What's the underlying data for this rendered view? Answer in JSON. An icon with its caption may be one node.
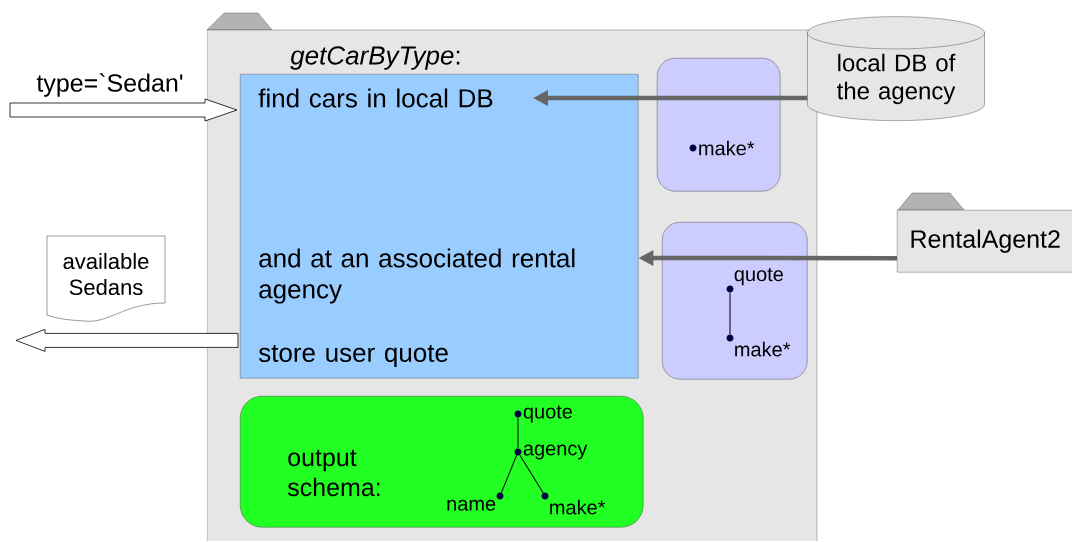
{
  "diagram": {
    "nodes": [
      {
        "text": [
          "*getCarByType*:"
        ]
      },
      {
        "text": [
          "find cars in local DB",
          "and at an associated rental agency",
          "store user quote"
        ],
        "in": 0
      },
      {
        "text": [],
        "shape": "box",
        "in": 0
      },
      {
        "text": [
          "make*"
        ],
        "in": 2
      },
      {
        "text": [],
        "shape": "box",
        "in": 0
      },
      {
        "text": [
          "quote"
        ],
        "in": 4
      },
      {
        "text": [
          "make*"
        ],
        "in": 4
      },
      {
        "text": [
          "output schema:"
        ],
        "in": 0
      },
      {
        "text": [
          "quote"
        ],
        "in": 7
      },
      {
        "text": [
          "agency"
        ],
        "in": 7
      },
      {
        "text": [
          "name"
        ],
        "in": 7
      },
      {
        "text": [
          "make*"
        ],
        "in": 7
      },
      {
        "text": [
          "local DB of the agency"
        ]
      },
      {
        "text": [
          "RentalAgent2"
        ]
      },
      {
        "text": [
          "available Sedans"
        ]
      }
    ],
    "edges": [
      {
        "from": 12,
        "to": 1,
        "arrow": "to",
        "style": "thick",
        "color": "#666666"
      },
      {
        "from": 13,
        "to": 1,
        "arrow": "to",
        "style": "thick",
        "color": "#666666"
      },
      {
        "from": null,
        "to": 1,
        "arrow": "to",
        "label": "type=`Sedan'"
      },
      {
        "from": 1,
        "to": null,
        "arrow": "to"
      },
      {
        "from": 5,
        "to": 6,
        "arrow": "none"
      },
      {
        "from": 8,
        "to": 9,
        "arrow": "none"
      },
      {
        "from": 9,
        "to": 10,
        "arrow": "none"
      },
      {
        "from": 9,
        "to": 11,
        "arrow": "none"
      }
    ]
  }
}
